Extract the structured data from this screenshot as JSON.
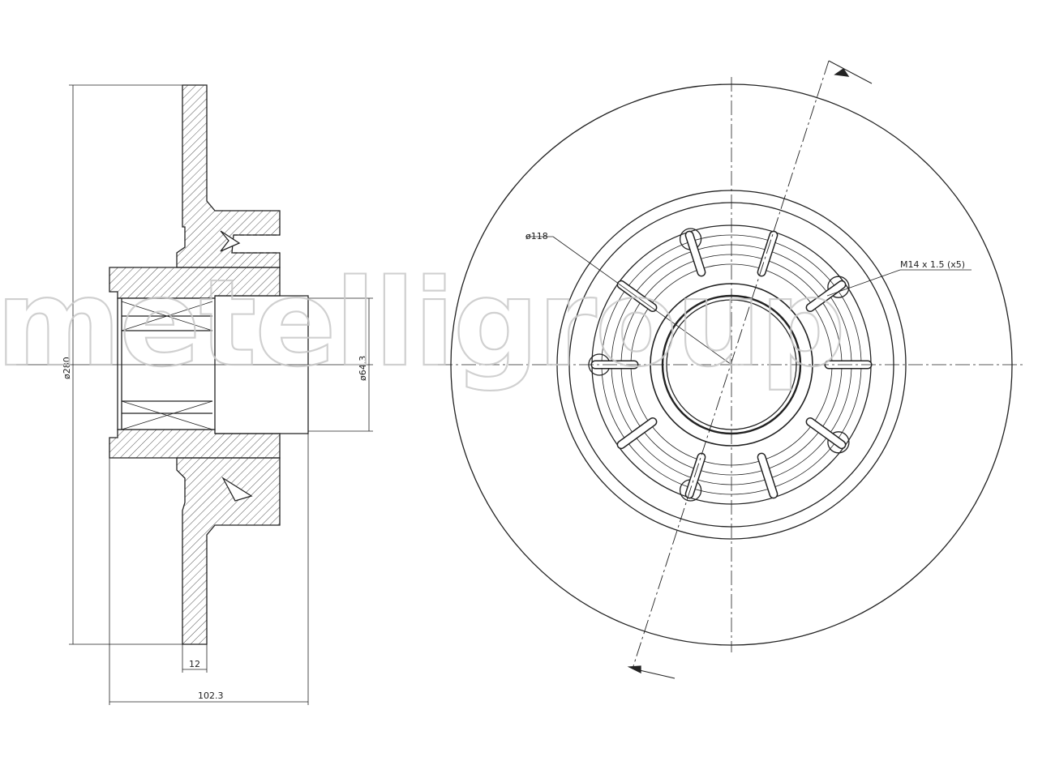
{
  "watermark": "metelligroup",
  "dimensions": {
    "outer_diameter": "ø280",
    "bore_diameter": "ø64.3",
    "disc_thickness": "12",
    "overall_height": "102.3",
    "pitch_circle": "ø118",
    "stud_thread": "M14 x 1.5  (x5)"
  },
  "colors": {
    "line": "#222222",
    "hatch": "#555555",
    "watermark": "#c8c8c8"
  }
}
